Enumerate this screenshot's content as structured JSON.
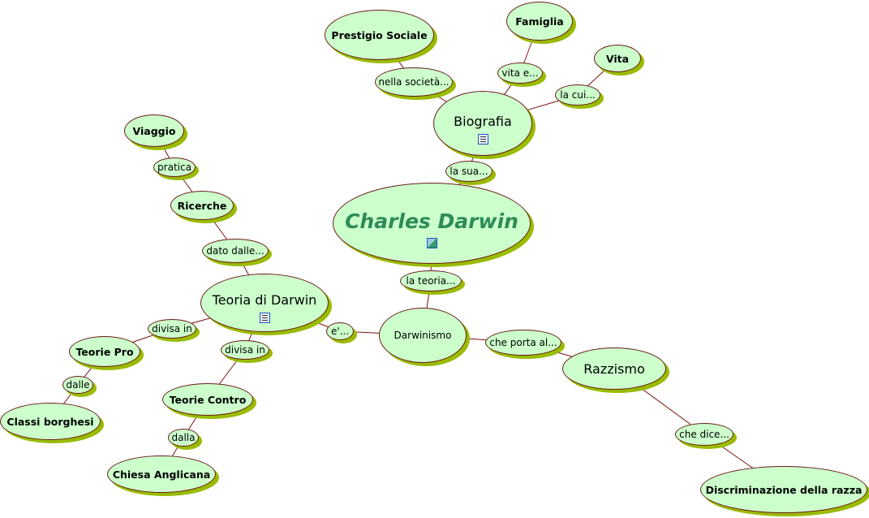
{
  "nodes": {
    "prestigio": "Prestigio Sociale",
    "famiglia": "Famiglia",
    "vita": "Vita",
    "nella_societa": "nella società...",
    "vita_e": "vita e...",
    "la_cui": "la cui...",
    "biografia": "Biografia",
    "la_sua": "la sua...",
    "charles_darwin": "Charles Darwin",
    "la_teoria": "la teoria...",
    "viaggio": "Viaggio",
    "pratica": "pratica",
    "ricerche": "Ricerche",
    "dato_dalle": "dato dalle...",
    "teoria_darwin": "Teoria di Darwin",
    "divisa_in_1": "divisa in",
    "e": "e'...",
    "darwinismo": "Darwinismo",
    "che_porta": "che porta al...",
    "razzismo": "Razzismo",
    "teorie_pro": "Teorie Pro",
    "divisa_in_2": "divisa in",
    "dalle": "dalle",
    "teorie_contro": "Teorie Contro",
    "classi_borghesi": "Classi borghesi",
    "dalla": "dalla",
    "chiesa": "Chiesa Anglicana",
    "che_dice": "che dice...",
    "discriminazione": "Discriminazione della razza"
  },
  "icons": {
    "biografia": "document-icon",
    "charles_darwin": "image-icon",
    "teoria_darwin": "document-icon"
  },
  "edges": [
    [
      "charles_darwin",
      "la_sua"
    ],
    [
      "la_sua",
      "biografia"
    ],
    [
      "biografia",
      "nella_societa"
    ],
    [
      "nella_societa",
      "prestigio"
    ],
    [
      "biografia",
      "vita_e"
    ],
    [
      "vita_e",
      "famiglia"
    ],
    [
      "biografia",
      "la_cui"
    ],
    [
      "la_cui",
      "vita"
    ],
    [
      "charles_darwin",
      "la_teoria"
    ],
    [
      "la_teoria",
      "darwinismo"
    ],
    [
      "darwinismo",
      "e"
    ],
    [
      "e",
      "teoria_darwin"
    ],
    [
      "darwinismo",
      "che_porta"
    ],
    [
      "che_porta",
      "razzismo"
    ],
    [
      "razzismo",
      "che_dice"
    ],
    [
      "che_dice",
      "discriminazione"
    ],
    [
      "teoria_darwin",
      "dato_dalle"
    ],
    [
      "dato_dalle",
      "ricerche"
    ],
    [
      "ricerche",
      "pratica"
    ],
    [
      "pratica",
      "viaggio"
    ],
    [
      "teoria_darwin",
      "divisa_in_1"
    ],
    [
      "divisa_in_1",
      "teorie_pro"
    ],
    [
      "teorie_pro",
      "dalle"
    ],
    [
      "dalle",
      "classi_borghesi"
    ],
    [
      "teoria_darwin",
      "divisa_in_2"
    ],
    [
      "divisa_in_2",
      "teorie_contro"
    ],
    [
      "teorie_contro",
      "dalla"
    ],
    [
      "dalla",
      "chiesa"
    ]
  ],
  "colors": {
    "fill": "#ccffcc",
    "border": "#6b1a1a",
    "shadow": "#99bb00",
    "title": "#2e8b57"
  }
}
